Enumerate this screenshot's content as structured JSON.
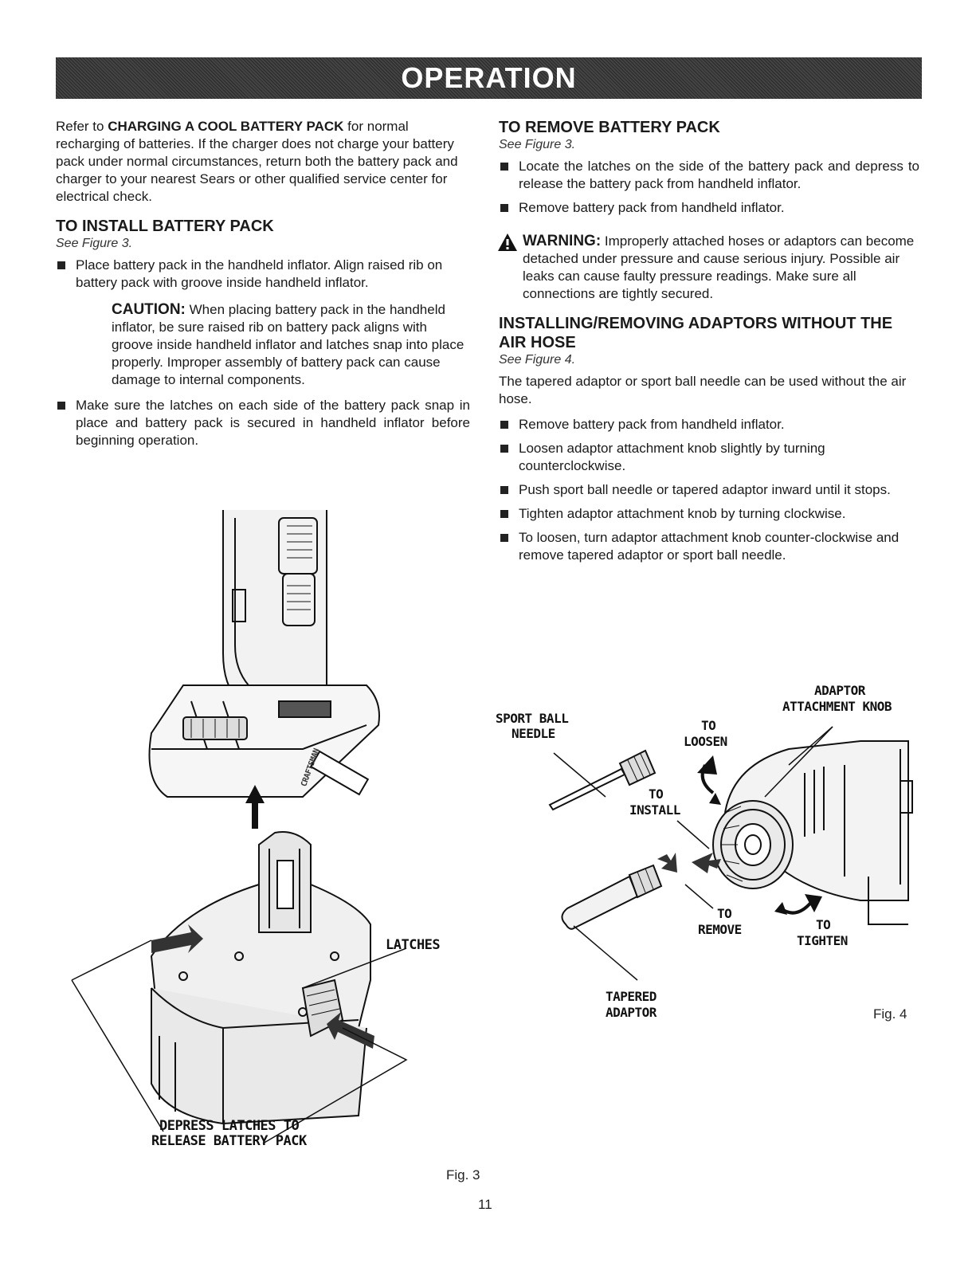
{
  "header": {
    "title": "OPERATION"
  },
  "left": {
    "intro_pre": "Refer to ",
    "intro_bold": "CHARGING A COOL BATTERY PACK",
    "intro_post": " for normal recharging of batteries. If the charger does not charge your battery pack under normal circumstances, return both the battery pack and charger to your nearest Sears or other qualified service center for electrical check.",
    "install_heading": "TO INSTALL BATTERY PACK",
    "install_see": "See Figure 3.",
    "install_bullet1": "Place battery pack in the handheld inflator. Align raised rib on battery pack with groove inside handheld inflator.",
    "caution_label": "CAUTION:",
    "caution_text": " When placing battery pack in the handheld inflator, be sure raised rib on battery pack aligns with groove inside handheld inflator and latches snap into place properly. Improper assembly of battery pack can cause damage to internal components.",
    "install_bullet2": "Make sure the latches on each side of the battery pack snap in place and battery pack is secured in handheld inflator before beginning operation."
  },
  "right": {
    "remove_heading": "TO REMOVE BATTERY PACK",
    "remove_see": "See Figure 3.",
    "remove_bullets": [
      "Locate the latches on the side of the battery pack and depress to release the battery pack from handheld inflator.",
      "Remove battery pack from handheld inflator."
    ],
    "warning_label": "WARNING:",
    "warning_text": " Improperly attached hoses or adaptors can become detached under pressure and cause serious injury. Possible air leaks can cause faulty pressure readings. Make sure all connections are tightly secured.",
    "adaptors_heading": "INSTALLING/REMOVING ADAPTORS WITHOUT THE AIR HOSE",
    "adaptors_see": "See Figure 4.",
    "adaptors_intro": "The tapered adaptor or sport ball needle can be used without the air hose.",
    "adaptors_bullets": [
      "Remove battery pack from handheld inflator.",
      "Loosen adaptor attachment knob slightly by turning counterclockwise.",
      "Push sport ball needle or tapered adaptor inward until it stops.",
      "Tighten adaptor attachment knob by turning clockwise.",
      "To loosen, turn adaptor attachment knob counter-clockwise and remove tapered adaptor or sport ball needle."
    ]
  },
  "fig3": {
    "latches": "LATCHES",
    "depress_line1": "DEPRESS LATCHES TO",
    "depress_line2": "RELEASE BATTERY PACK",
    "brand": "CRAFTSMAN",
    "caption": "Fig. 3"
  },
  "fig4": {
    "adaptor_knob_line1": "ADAPTOR",
    "adaptor_knob_line2": "ATTACHMENT KNOB",
    "sport_ball_line1": "SPORT BALL",
    "sport_ball_line2": "NEEDLE",
    "to_loosen_line1": "TO",
    "to_loosen_line2": "LOOSEN",
    "to_install_line1": "TO",
    "to_install_line2": "INSTALL",
    "to_remove_line1": "TO",
    "to_remove_line2": "REMOVE",
    "to_tighten_line1": "TO",
    "to_tighten_line2": "TIGHTEN",
    "tapered_line1": "TAPERED",
    "tapered_line2": "ADAPTOR",
    "caption": "Fig. 4"
  },
  "footer": {
    "page_number": "11"
  }
}
